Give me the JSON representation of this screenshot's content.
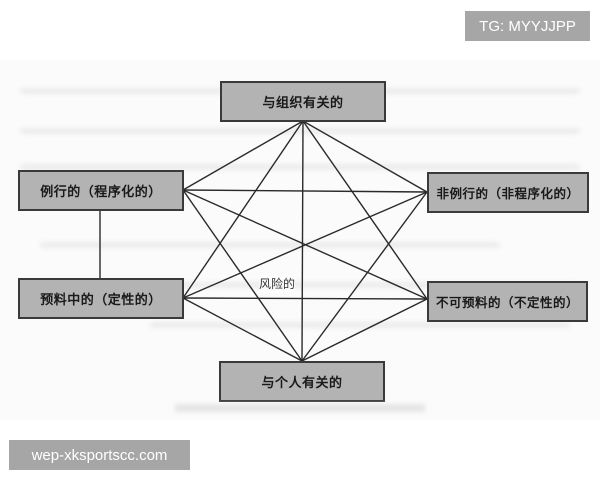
{
  "diagram": {
    "nodes": {
      "top": {
        "label": "与组织有关的"
      },
      "left_upper": {
        "label": "例行的（程序化的）"
      },
      "left_lower": {
        "label": "预料中的（定性的）"
      },
      "right_upper": {
        "label": "非例行的（非程序化的）"
      },
      "right_lower": {
        "label": "不可预料的（不定性的）"
      },
      "bottom": {
        "label": "与个人有关的"
      }
    },
    "center_label": "风险的",
    "edges": [
      [
        "top",
        "left_upper"
      ],
      [
        "top",
        "left_lower"
      ],
      [
        "top",
        "right_upper"
      ],
      [
        "top",
        "right_lower"
      ],
      [
        "top",
        "bottom"
      ],
      [
        "bottom",
        "left_upper"
      ],
      [
        "bottom",
        "left_lower"
      ],
      [
        "bottom",
        "right_upper"
      ],
      [
        "bottom",
        "right_lower"
      ],
      [
        "left_upper",
        "right_upper"
      ],
      [
        "left_upper",
        "right_lower"
      ],
      [
        "left_lower",
        "right_upper"
      ],
      [
        "left_lower",
        "right_lower"
      ],
      [
        "left_upper",
        "left_lower"
      ]
    ],
    "colors": {
      "node_fill": "#b3b3b3",
      "node_border": "#3a3a3a",
      "edge": "#2a2a2a"
    }
  },
  "watermarks": {
    "top_right": "TG: MYYJJPP",
    "bottom_left": "wep-xksportscc.com"
  }
}
